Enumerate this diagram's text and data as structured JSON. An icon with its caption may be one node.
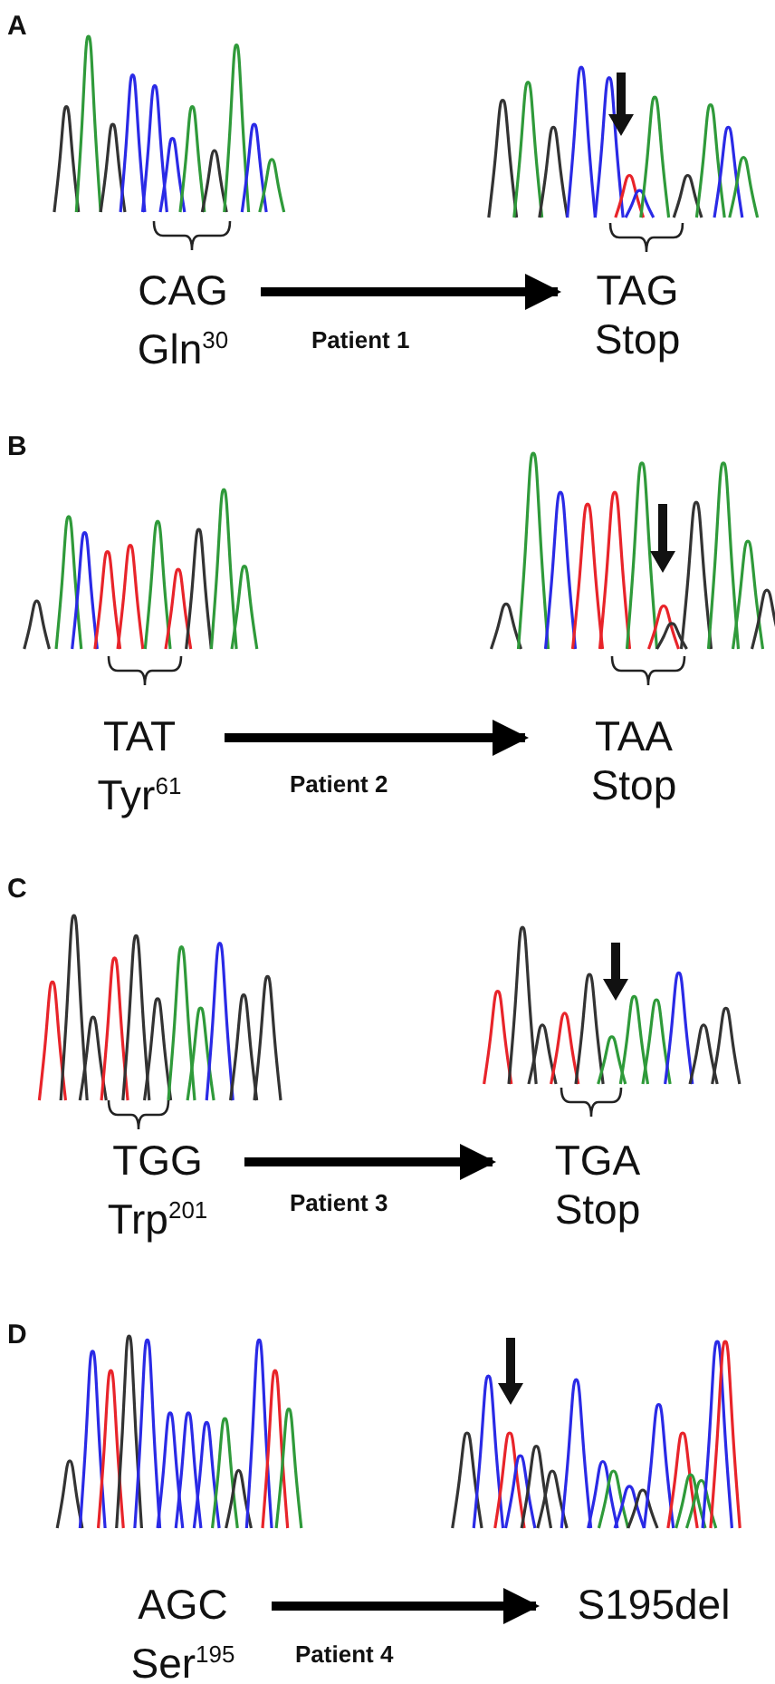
{
  "diagram": {
    "nodes": [
      {
        "text": [
          "CAG",
          "Gln$^{30}$"
        ]
      },
      {
        "text": [
          "TAG",
          "Stop"
        ]
      },
      {
        "text": [
          "TAT",
          "Tyr$^{61}$"
        ]
      },
      {
        "text": [
          "TAA",
          "Stop"
        ]
      },
      {
        "text": [
          "TGG",
          "Trp$^{201}$"
        ]
      },
      {
        "text": [
          "TGA",
          "Stop"
        ]
      },
      {
        "text": [
          "AGC",
          "Ser$^{195}$"
        ]
      },
      {
        "text": [
          "S195del"
        ]
      }
    ],
    "edges": [
      {
        "from": 0,
        "to": 1,
        "arrow": "to",
        "label": "Patient 1"
      },
      {
        "from": 2,
        "to": 3,
        "arrow": "to",
        "label": "Patient 2"
      },
      {
        "from": 4,
        "to": 5,
        "arrow": "to",
        "label": "Patient 3"
      },
      {
        "from": 6,
        "to": 7,
        "arrow": "to",
        "label": "Patient 4"
      }
    ],
    "labels": [
      "A",
      "B",
      "C",
      "D"
    ]
  }
}
